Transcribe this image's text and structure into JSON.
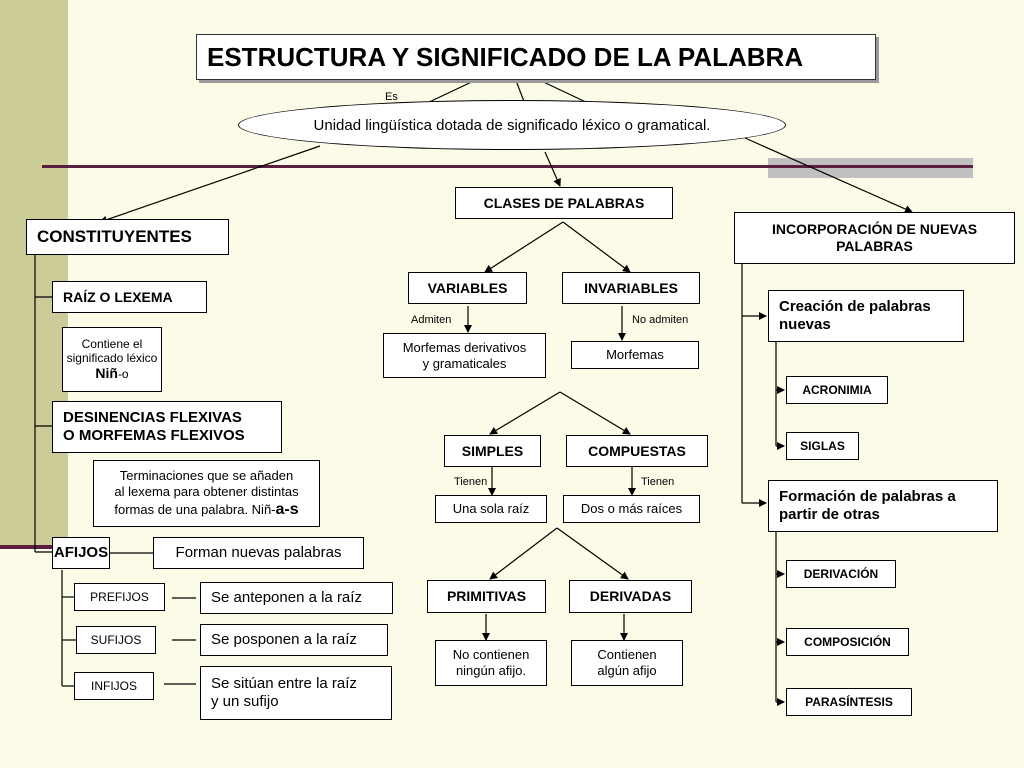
{
  "title": "ESTRUCTURA Y SIGNIFICADO DE LA PALABRA",
  "es_label": "Es",
  "definition": "Unidad lingüística dotada de significado léxico o gramatical.",
  "constituyentes": {
    "header": "CONSTITUYENTES",
    "raiz": "RAÍZ O LEXEMA",
    "raiz_desc": "Contiene el significado léxico",
    "raiz_example_stem": "Niñ",
    "raiz_example_suffix": "-o",
    "desinencias_line1": "DESINENCIAS FLEXIVAS",
    "desinencias_line2": "O MORFEMAS FLEXIVOS",
    "desinencias_desc1": "Terminaciones que se añaden",
    "desinencias_desc2": "al lexema para obtener distintas",
    "desinencias_desc3": "formas de una palabra. Niñ-",
    "desinencias_example": "a-s",
    "afijos": "AFIJOS",
    "afijos_desc": "Forman nuevas palabras",
    "prefijos": "PREFIJOS",
    "prefijos_desc": "Se anteponen a la raíz",
    "sufijos": "SUFIJOS",
    "sufijos_desc": "Se posponen a la raíz",
    "infijos": "INFIJOS",
    "infijos_desc_line1": "Se sitúan entre la raíz",
    "infijos_desc_line2": "y un sufijo"
  },
  "clases": {
    "header": "CLASES DE PALABRAS",
    "variables": "VARIABLES",
    "invariables": "INVARIABLES",
    "admiten": "Admiten",
    "no_admiten": "No admiten",
    "morf_deriv_line1": "Morfemas derivativos",
    "morf_deriv_line2": "y gramaticales",
    "morfemas": "Morfemas",
    "simples": "SIMPLES",
    "compuestas": "COMPUESTAS",
    "tienen_left": "Tienen",
    "tienen_right": "Tienen",
    "una_raiz": "Una sola raíz",
    "dos_raices": "Dos o más raíces",
    "primitivas": "PRIMITIVAS",
    "derivadas": "DERIVADAS",
    "no_contienen_line1": "No contienen",
    "no_contienen_line2": "ningún afijo.",
    "contienen_line1": "Contienen",
    "contienen_line2": "algún afijo"
  },
  "incorporacion": {
    "header_line1": "INCORPORACIÓN DE NUEVAS",
    "header_line2": "PALABRAS",
    "creacion_line1": "Creación de palabras",
    "creacion_line2": "nuevas",
    "acronimia": "ACRONIMIA",
    "siglas": "SIGLAS",
    "formacion_line1": "Formación de palabras a",
    "formacion_line2": "partir de otras",
    "derivacion": "DERIVACIÓN",
    "composicion": "COMPOSICIÓN",
    "parasintesis": "PARASÍNTESIS"
  }
}
